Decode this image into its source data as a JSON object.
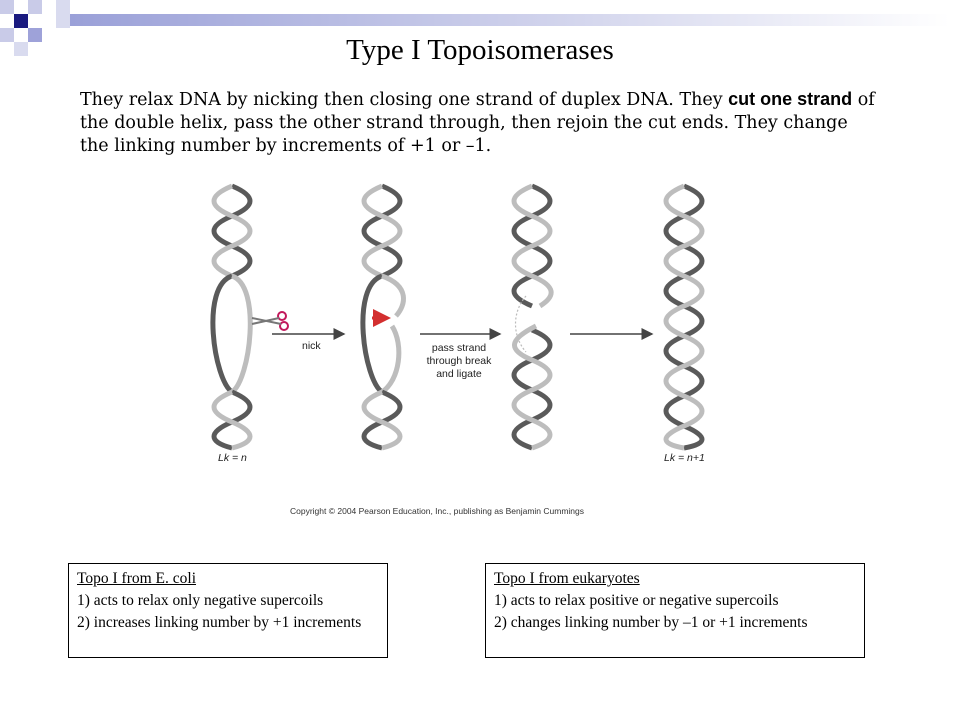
{
  "title": "Type I Topoisomerases",
  "intro": {
    "part1": "They relax DNA by nicking then closing one strand of duplex DNA.  They ",
    "emphasis": "cut one strand",
    "part2": " of the double helix, pass the other strand through, then rejoin the cut ends.   They change the linking number by increments of +1 or –1."
  },
  "figure": {
    "nick_label": "nick",
    "pass_label_line1": "pass strand",
    "pass_label_line2": "through break",
    "pass_label_line3": "and ligate",
    "lk_start": "Lk = n",
    "lk_end": "Lk = n+1",
    "copyright": "Copyright © 2004 Pearson Education, Inc., publishing as Benjamin Cummings",
    "colors": {
      "strand_dark": "#5a5a5a",
      "strand_light": "#bdbdbd",
      "scissors": "#c2185b",
      "arrow_red": "#d32f2f"
    }
  },
  "box_left": {
    "header": "Topo I from E. coli",
    "line1": "1) acts to relax only negative supercoils",
    "line2": "2) increases linking number by +1 increments"
  },
  "box_right": {
    "header": "Topo I from eukaryotes",
    "line1": "1) acts to relax positive or negative supercoils",
    "line2": "2) changes linking number by –1 or +1 increments"
  }
}
